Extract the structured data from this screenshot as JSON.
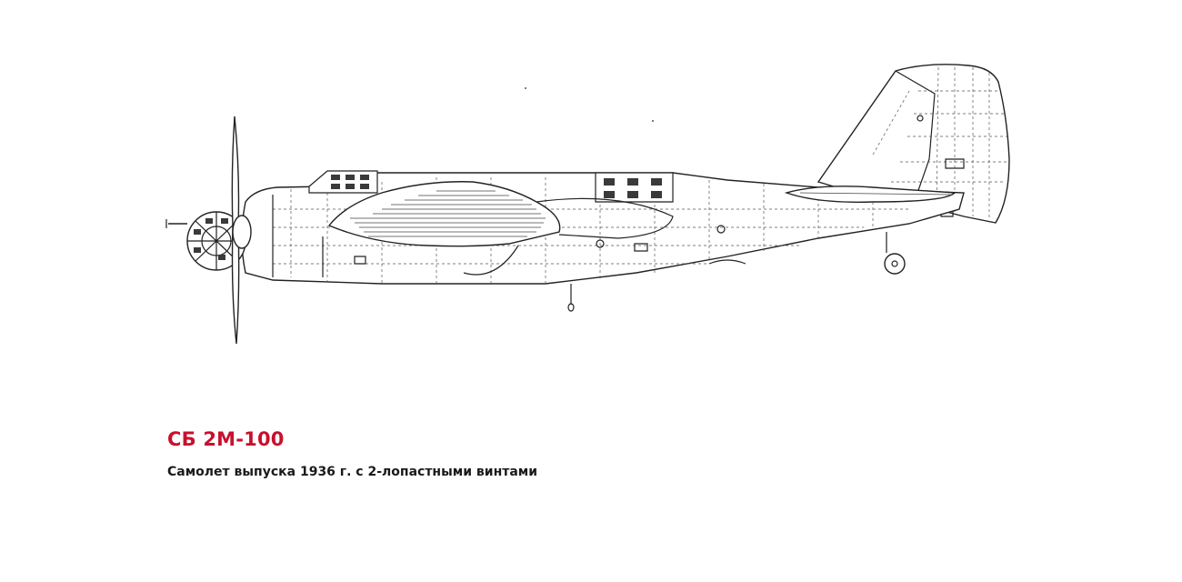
{
  "caption": {
    "title": "СБ 2М-100",
    "subtitle": "Самолет выпуска 1936 г. с 2-лопастными винтами"
  },
  "colors": {
    "title": "#c8102e",
    "subtitle": "#1a1a1a",
    "line": "#222222",
    "background": "#ffffff"
  },
  "drawing": {
    "subject": "side-view-aircraft"
  }
}
